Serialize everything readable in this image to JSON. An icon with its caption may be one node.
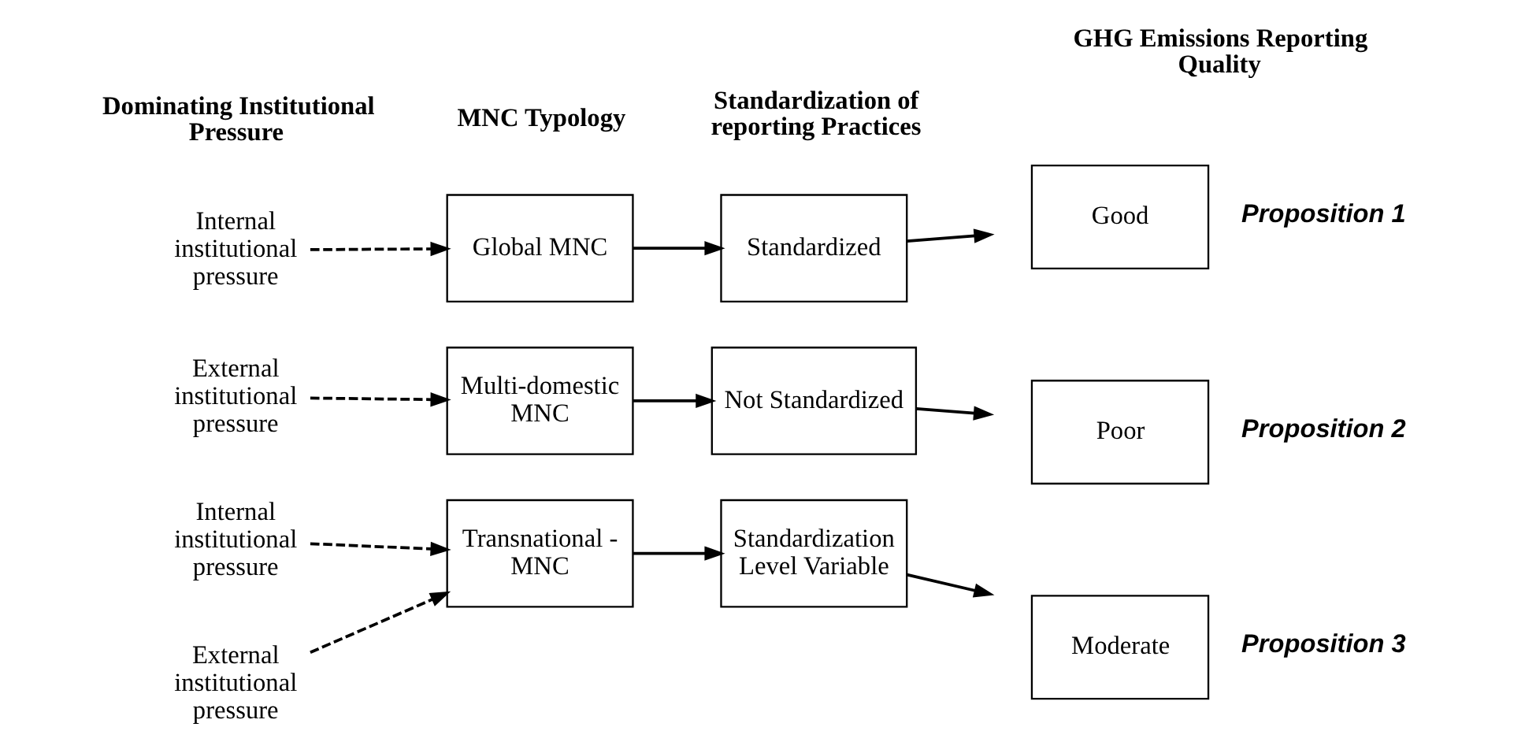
{
  "diagram": {
    "nodes": [
      {
        "text": [
          "Internal institutional pressure"
        ]
      },
      {
        "text": [
          "Global MNC"
        ]
      },
      {
        "text": [
          "Standardized"
        ]
      },
      {
        "text": [
          "Good"
        ],
        "beside": [
          "Proposition 1"
        ]
      },
      {
        "text": [
          "External institutional pressure"
        ]
      },
      {
        "text": [
          "Multi-domestic MNC"
        ]
      },
      {
        "text": [
          "Not Standardized"
        ]
      },
      {
        "text": [
          "Poor"
        ],
        "beside": [
          "Proposition 2"
        ]
      },
      {
        "text": [
          "Internal institutional pressure"
        ]
      },
      {
        "text": [
          "External institutional pressure"
        ]
      },
      {
        "text": [
          "Transnational - MNC"
        ]
      },
      {
        "text": [
          "Standardization Level Variable"
        ]
      },
      {
        "text": [
          "Moderate"
        ],
        "beside": [
          "Proposition 3"
        ]
      }
    ],
    "edges": [
      {
        "from": 0,
        "to": 1,
        "arrow": "to",
        "style": "dashed"
      },
      {
        "from": 1,
        "to": 2,
        "arrow": "to"
      },
      {
        "from": 2,
        "to": 3,
        "arrow": "to"
      },
      {
        "from": 4,
        "to": 5,
        "arrow": "to",
        "style": "dashed"
      },
      {
        "from": 5,
        "to": 6,
        "arrow": "to"
      },
      {
        "from": 6,
        "to": 7,
        "arrow": "to"
      },
      {
        "from": 8,
        "to": 10,
        "arrow": "to",
        "style": "dashed"
      },
      {
        "from": 9,
        "to": 10,
        "arrow": "to",
        "style": "dashed"
      },
      {
        "from": 10,
        "to": 11,
        "arrow": "to"
      },
      {
        "from": 11,
        "to": 12,
        "arrow": "to"
      }
    ],
    "labels": [
      "Dominating Institutional Pressure",
      "MNC Typology",
      "Standardization of reporting Practices",
      "GHG Emissions Reporting Quality"
    ]
  }
}
